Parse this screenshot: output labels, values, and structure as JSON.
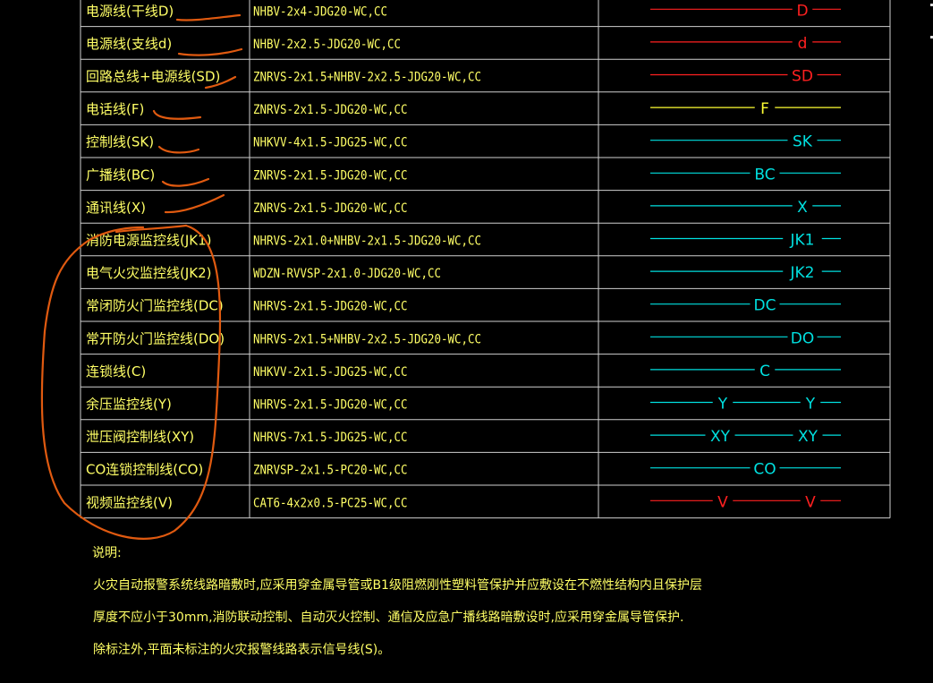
{
  "colors": {
    "background": "#000000",
    "grid": "#cfcfcf",
    "text": "#ffff66",
    "annotation": "#e05a10"
  },
  "rows": [
    {
      "name": "电源线(干线D)",
      "spec": "NHBV-2x4-JDG20-WC,CC",
      "symbol": {
        "labels": [
          "D"
        ],
        "color": "#ff2020"
      }
    },
    {
      "name": "电源线(支线d)",
      "spec": "NHBV-2x2.5-JDG20-WC,CC",
      "symbol": {
        "labels": [
          "d"
        ],
        "color": "#ff2020"
      }
    },
    {
      "name": "回路总线+电源线(SD)",
      "spec": "ZNRVS-2x1.5+NHBV-2x2.5-JDG20-WC,CC",
      "symbol": {
        "labels": [
          "SD"
        ],
        "color": "#ff2020"
      }
    },
    {
      "name": "电话线(F)",
      "spec": "ZNRVS-2x1.5-JDG20-WC,CC",
      "symbol": {
        "labels": [
          "F"
        ],
        "color": "#ffff33"
      }
    },
    {
      "name": "控制线(SK)",
      "spec": "NHKVV-4x1.5-JDG25-WC,CC",
      "symbol": {
        "labels": [
          "SK"
        ],
        "color": "#00e0e0"
      }
    },
    {
      "name": "广播线(BC)",
      "spec": "ZNRVS-2x1.5-JDG20-WC,CC",
      "symbol": {
        "labels": [
          "BC"
        ],
        "color": "#00e0e0"
      }
    },
    {
      "name": "通讯线(X)",
      "spec": "ZNRVS-2x1.5-JDG20-WC,CC",
      "symbol": {
        "labels": [
          "X"
        ],
        "color": "#00e0e0"
      }
    },
    {
      "name": "消防电源监控线(JK1)",
      "spec": "NHRVS-2x1.0+NHBV-2x1.5-JDG20-WC,CC",
      "symbol": {
        "labels": [
          "JK1"
        ],
        "color": "#00e0e0"
      }
    },
    {
      "name": "电气火灾监控线(JK2)",
      "spec": "WDZN-RVVSP-2x1.0-JDG20-WC,CC",
      "symbol": {
        "labels": [
          "JK2"
        ],
        "color": "#00e0e0"
      }
    },
    {
      "name": "常闭防火门监控线(DC)",
      "spec": "NHRVS-2x1.5-JDG20-WC,CC",
      "symbol": {
        "labels": [
          "DC"
        ],
        "color": "#00e0e0"
      }
    },
    {
      "name": "常开防火门监控线(DO)",
      "spec": "NHRVS-2x1.5+NHBV-2x2.5-JDG20-WC,CC",
      "symbol": {
        "labels": [
          "DO"
        ],
        "color": "#00e0e0"
      }
    },
    {
      "name": "连锁线(C)",
      "spec": "NHKVV-2x1.5-JDG25-WC,CC",
      "symbol": {
        "labels": [
          "C"
        ],
        "color": "#00e0e0"
      }
    },
    {
      "name": "余压监控线(Y)",
      "spec": "NHRVS-2x1.5-JDG20-WC,CC",
      "symbol": {
        "labels": [
          "Y",
          "Y"
        ],
        "color": "#00e0e0"
      }
    },
    {
      "name": "泄压阀控制线(XY)",
      "spec": "NHRVS-7x1.5-JDG25-WC,CC",
      "symbol": {
        "labels": [
          "XY",
          "XY"
        ],
        "color": "#00e0e0"
      }
    },
    {
      "name": "CO连锁控制线(CO)",
      "spec": "ZNRVSP-2x1.5-PC20-WC,CC",
      "symbol": {
        "labels": [
          "CO"
        ],
        "color": "#00e0e0"
      }
    },
    {
      "name": "视频监控线(V)",
      "spec": "CAT6-4x2x0.5-PC25-WC,CC",
      "symbol": {
        "labels": [
          "V",
          "V"
        ],
        "color": "#ff2020"
      }
    }
  ],
  "notes": {
    "heading": "说明:",
    "lines": [
      "火灾自动报警系统线路暗敷时,应采用穿金属导管或B1级阻燃刚性塑料管保护并应敷设在不燃性结构内且保护层",
      "厚度不应小于30mm,消防联动控制、自动灭火控制、通信及应急广播线路暗敷设时,应采用穿金属导管保护.",
      "除标注外,平面未标注的火灾报警线路表示信号线(S)。"
    ]
  }
}
